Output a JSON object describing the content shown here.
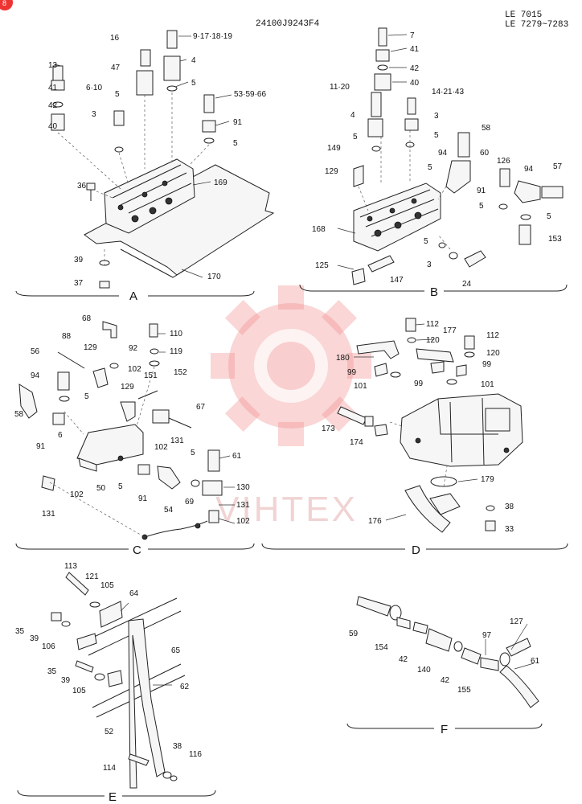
{
  "header": {
    "doc_no": "24100J9243F4",
    "serial_line1": "LE 7015",
    "serial_line2": "LE 7279~7283"
  },
  "corner_badge": "8",
  "watermark": "VIHTEX",
  "sections": {
    "A": "A",
    "B": "B",
    "C": "C",
    "D": "D",
    "E": "E",
    "F": "F"
  },
  "labels": {
    "a": [
      "16",
      "9·17·18·19",
      "13",
      "47",
      "4",
      "41",
      "5",
      "42",
      "6·10",
      "53·59·66",
      "40",
      "3",
      "91",
      "5",
      "5",
      "169",
      "36",
      "39",
      "37",
      "170"
    ],
    "b": [
      "7",
      "41",
      "42",
      "40",
      "11·20",
      "14·21·43",
      "4",
      "3",
      "5",
      "5",
      "58",
      "149",
      "94",
      "60",
      "5",
      "126",
      "94",
      "57",
      "129",
      "91",
      "5",
      "5",
      "153",
      "168",
      "5",
      "3",
      "125",
      "147",
      "24"
    ],
    "c": [
      "68",
      "110",
      "88",
      "129",
      "92",
      "119",
      "56",
      "102",
      "151",
      "152",
      "94",
      "129",
      "5",
      "67",
      "58",
      "131",
      "102",
      "91",
      "6",
      "131",
      "61",
      "102",
      "50",
      "5",
      "91",
      "5",
      "130",
      "131",
      "54",
      "69",
      "102",
      "131"
    ],
    "d": [
      "112",
      "177",
      "112",
      "120",
      "180",
      "120",
      "99",
      "99",
      "99",
      "101",
      "101",
      "173",
      "174",
      "179",
      "176",
      "38",
      "33"
    ],
    "e": [
      "113",
      "121",
      "105",
      "64",
      "35",
      "39",
      "106",
      "65",
      "35",
      "39",
      "105",
      "62",
      "52",
      "38",
      "116",
      "114"
    ],
    "f": [
      "127",
      "59",
      "97",
      "154",
      "61",
      "42",
      "140",
      "42",
      "155"
    ]
  }
}
